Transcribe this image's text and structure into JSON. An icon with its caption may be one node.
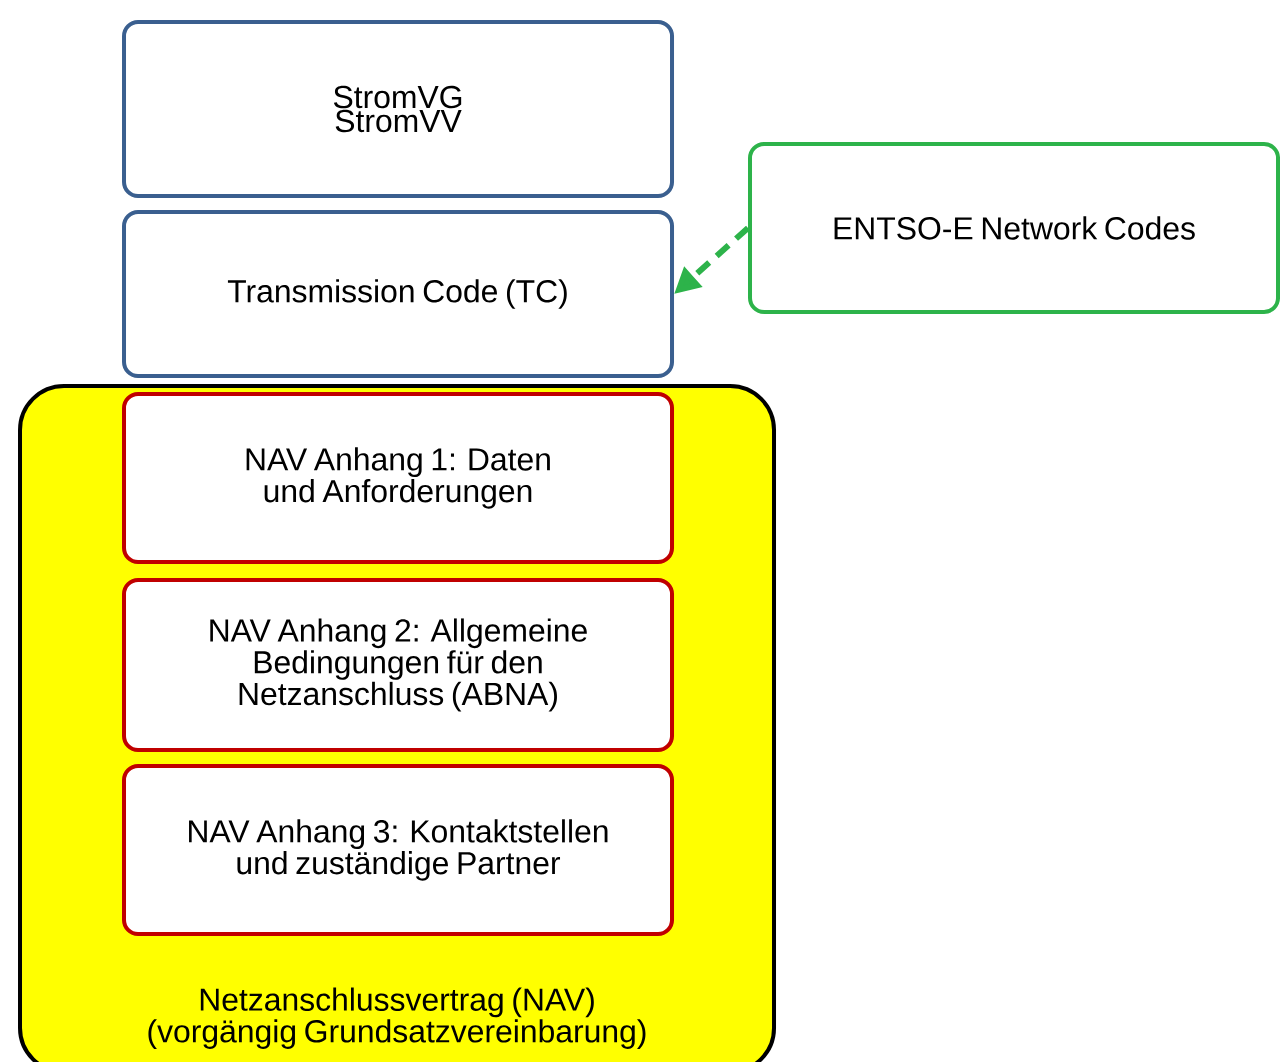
{
  "diagram": {
    "nodes": [
      {
        "text": [
          "StromVG StromVV"
        ]
      },
      {
        "text": [
          "Transmission Code (TC)"
        ]
      },
      {
        "text": [
          "ENTSO-E Network Codes"
        ]
      },
      {
        "text": [
          "Netzanschlussvertrag (NAV) (vorgängig Grundsatzvereinbarung)"
        ]
      },
      {
        "text": [
          "NAV Anhang 1: Daten und Anforderungen"
        ],
        "in": 3
      },
      {
        "text": [
          "NAV Anhang 2: Allgemeine Bedingungen für den Netzanschluss (ABNA)"
        ],
        "in": 3
      },
      {
        "text": [
          "NAV Anhang 3: Kontaktstellen und zuständige Partner"
        ],
        "in": 3
      }
    ],
    "edges": [
      {
        "from": 2,
        "to": 1,
        "arrow": "to",
        "style": "dashed",
        "color": "#2db34a"
      }
    ]
  }
}
